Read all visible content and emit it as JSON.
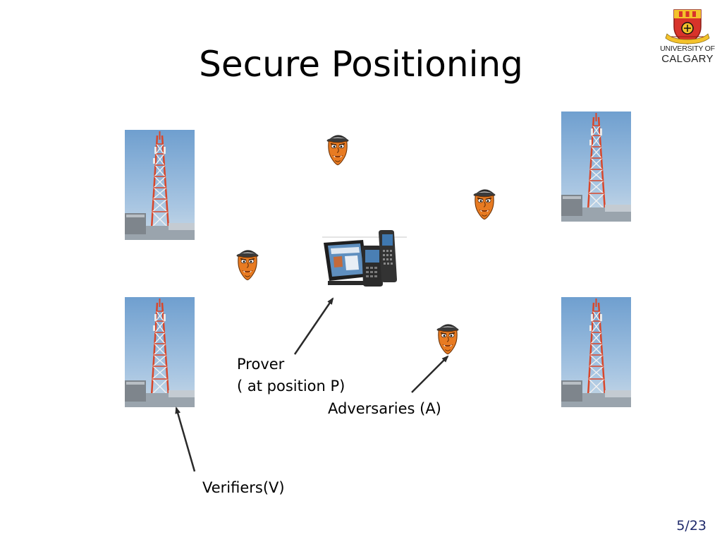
{
  "slide": {
    "title": "Secure Positioning",
    "page_number": "5/23"
  },
  "labels": {
    "prover_line1": "Prover",
    "prover_line2": "( at position P)",
    "adversaries": "Adversaries (A)",
    "verifiers": "Verifiers(V)"
  },
  "logo": {
    "line1": "UNIVERSITY OF",
    "line2": "CALGARY",
    "icon": "crest-icon"
  },
  "icons": {
    "verifier": "radio-tower-icon",
    "adversary": "adversary-face-icon",
    "prover": "mobile-devices-icon"
  },
  "colors": {
    "page_number": "#1f2a6b",
    "tower_red": "#d9472b",
    "adversary_orange": "#e87b22"
  }
}
